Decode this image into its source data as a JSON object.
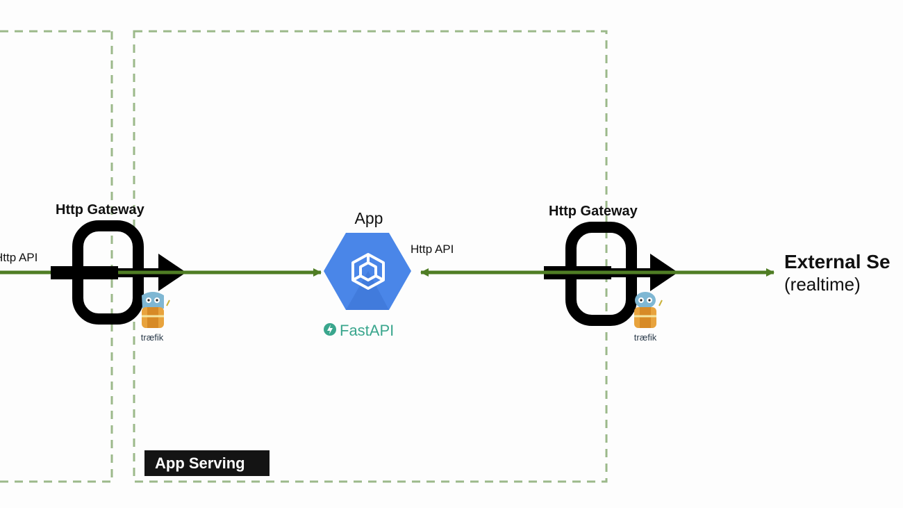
{
  "colors": {
    "flow_arrow": "#4f7d24",
    "dashed_border": "#9cb98a",
    "gateway": "#000000",
    "app_hex": "#4a86e8",
    "fastapi_text": "#3aa68d",
    "tag_background": "#141414"
  },
  "labels": {
    "left_http_api": "Http API",
    "left_gateway": "Http Gateway",
    "app_title": "App",
    "app_http_api": "Http API",
    "right_gateway": "Http Gateway",
    "external_service": "External Se",
    "external_service_sub": "(realtime)",
    "fastapi": "FastAPI",
    "traefik_left": "træfik",
    "traefik_right": "træfik",
    "zone_tag": "App Serving"
  },
  "icons": {
    "app": "cube-hexagon-icon",
    "fastapi": "fastapi-logo-icon",
    "gateway": "gateway-icon",
    "traefik": "traefik-gopher-icon"
  }
}
